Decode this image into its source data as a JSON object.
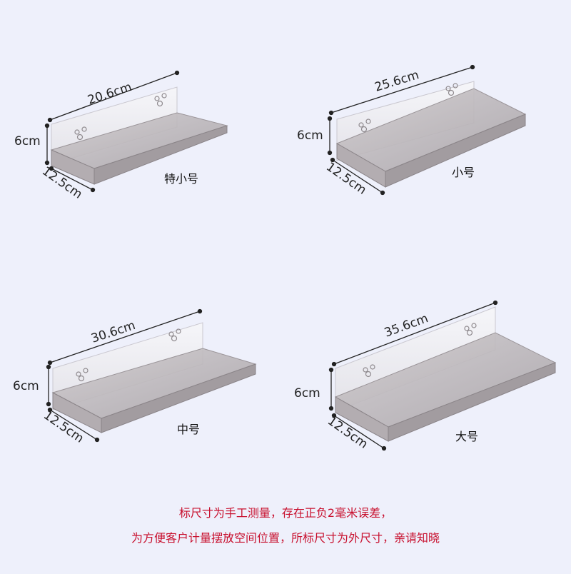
{
  "shelves": [
    {
      "name": "特小号",
      "length": "20.6cm",
      "height": "6cm",
      "depth": "12.5cm"
    },
    {
      "name": "小号",
      "length": "25.6cm",
      "height": "6cm",
      "depth": "12.5cm"
    },
    {
      "name": "中号",
      "length": "30.6cm",
      "height": "6cm",
      "depth": "12.5cm"
    },
    {
      "name": "大号",
      "length": "35.6cm",
      "height": "6cm",
      "depth": "12.5cm"
    }
  ],
  "notes": {
    "line1": "标尺寸为手工测量，存在正负2毫米误差，",
    "line2": "为方便客户计量摆放空间位置，所标尺寸为外尺寸，亲请知晓"
  },
  "colors": {
    "background": "#eef0fb",
    "acrylic_fill": "#bdb9bc",
    "acrylic_edge": "#8a8488",
    "note_text": "#c8102e"
  }
}
